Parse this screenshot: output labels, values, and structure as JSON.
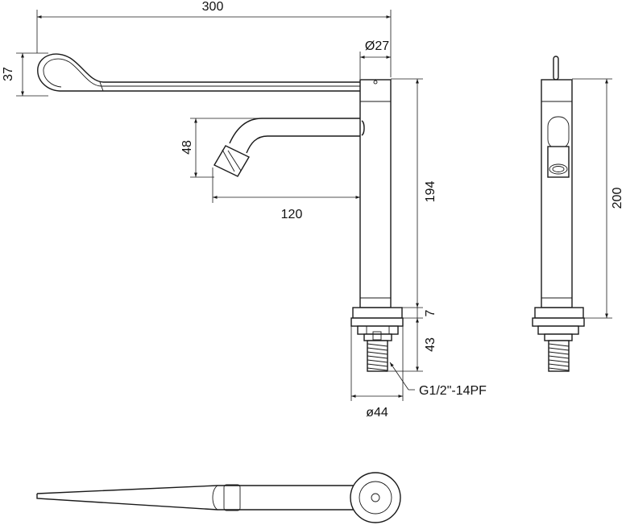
{
  "dimensions": {
    "overall_length": "300",
    "lever_height": "37",
    "body_diameter": "Ø27",
    "spout_drop": "48",
    "spout_reach": "120",
    "body_height": "194",
    "base_thickness": "7",
    "thread_length": "43",
    "thread_spec": "G1/2\"-14PF",
    "base_diameter": "ø44",
    "side_height": "200"
  },
  "colors": {
    "line": "#1a1a1a",
    "background": "#ffffff"
  }
}
